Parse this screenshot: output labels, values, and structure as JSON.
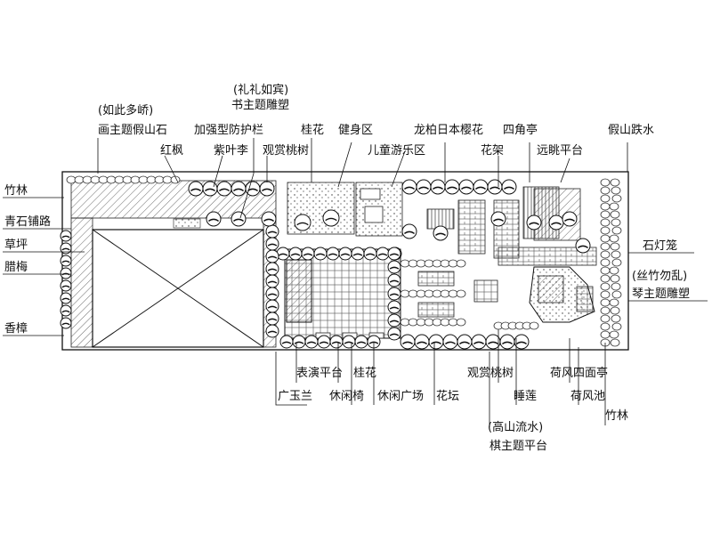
{
  "plan_labels": {
    "ruyi_duoqiao": "(如此多峤)",
    "hua_zhuti_jiashanshi": "画主题假山石",
    "lilirubin": "(礼礼如宾)",
    "shu_zhuti_diaosu": "书主题雕塑",
    "jiaqiang_fanghulan": "加强型防护栏",
    "guihua_top": "桂花",
    "jianshen_qu": "健身区",
    "longbai_riben_yinghua": "龙柏日本樱花",
    "sijiao_ting": "四角亭",
    "jiashan_dieshui": "假山跌水",
    "hongfeng": "红枫",
    "ziyeli": "紫叶李",
    "guanshang_taoshu_top": "观赏桃树",
    "ertong_youle_qu": "儿童游乐区",
    "huajia": "花架",
    "yuantiao_pingtai": "远眺平台",
    "zhulin_left": "竹林",
    "qingshi_pulu": "青石铺路",
    "caoping": "草坪",
    "lamei": "腊梅",
    "xiangzhang": "香樟",
    "shidenglong": "石灯笼",
    "sizhu_wuluan": "(丝竹勿乱)",
    "qin_zhuti_diaosu": "琴主题雕塑",
    "biaoyan_pingtai": "表演平台",
    "guihua_bottom": "桂花",
    "guanshang_taoshu_bottom": "观赏桃树",
    "hefeng_simian_ting": "荷风四面亭",
    "guangyulan": "广玉兰",
    "xiuxian_yi": "休闲椅",
    "xiuxian_guangchang": "休闲广场",
    "huatan": "花坛",
    "shuilian": "睡莲",
    "hefeng_chi": "荷风池",
    "zhulin_bottom": "竹林",
    "gaoshan_liushui": "(高山流水)",
    "qi_zhuti_pingtai": "棋主题平台"
  }
}
